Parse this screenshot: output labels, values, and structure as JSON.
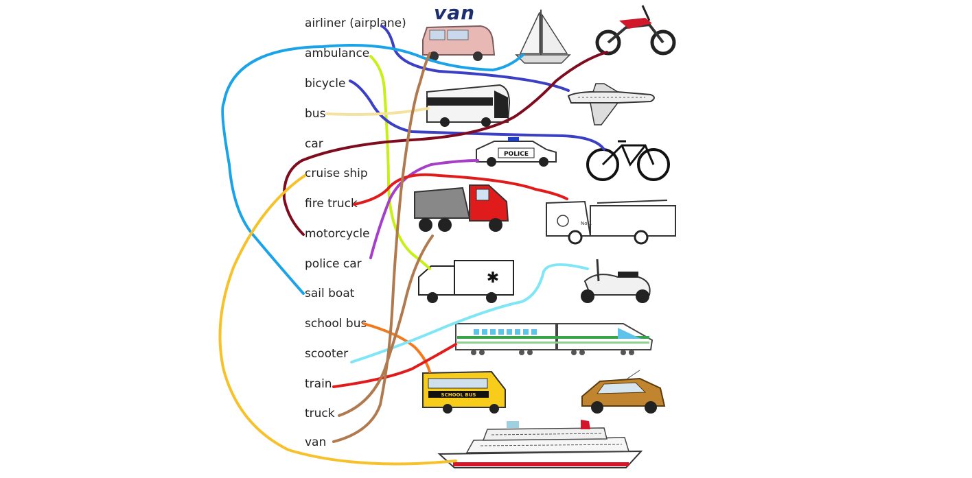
{
  "worksheet": {
    "handwritten_label": "van",
    "words": [
      "airliner (airplane)",
      "ambulance",
      "bicycle",
      "bus",
      "car",
      "cruise ship",
      "fire truck",
      "motorcycle",
      "police car",
      "sail boat",
      "school bus",
      "scooter",
      "train",
      "truck",
      "van"
    ],
    "pictures": {
      "police_text": "POLICE",
      "school_bus_text": "SCHOOL BUS",
      "fire_truck_text": "No 1"
    },
    "line_colors": {
      "airliner": "#3b3fc4",
      "ambulance": "#c6f016",
      "bicycle": "#3b3fc4",
      "bus": "#f6e2a0",
      "cruise_ship": "#f7c12a",
      "fire_truck": "#e11b1b",
      "motorcycle": "#7e0c1e",
      "police_car": "#a63fc7",
      "sail_boat": "#1aa3e8",
      "school_bus": "#f2791c",
      "scooter": "#7fe6f5",
      "train": "#e11b1b",
      "truck": "#b07a4e",
      "van": "#b07a4e"
    }
  }
}
